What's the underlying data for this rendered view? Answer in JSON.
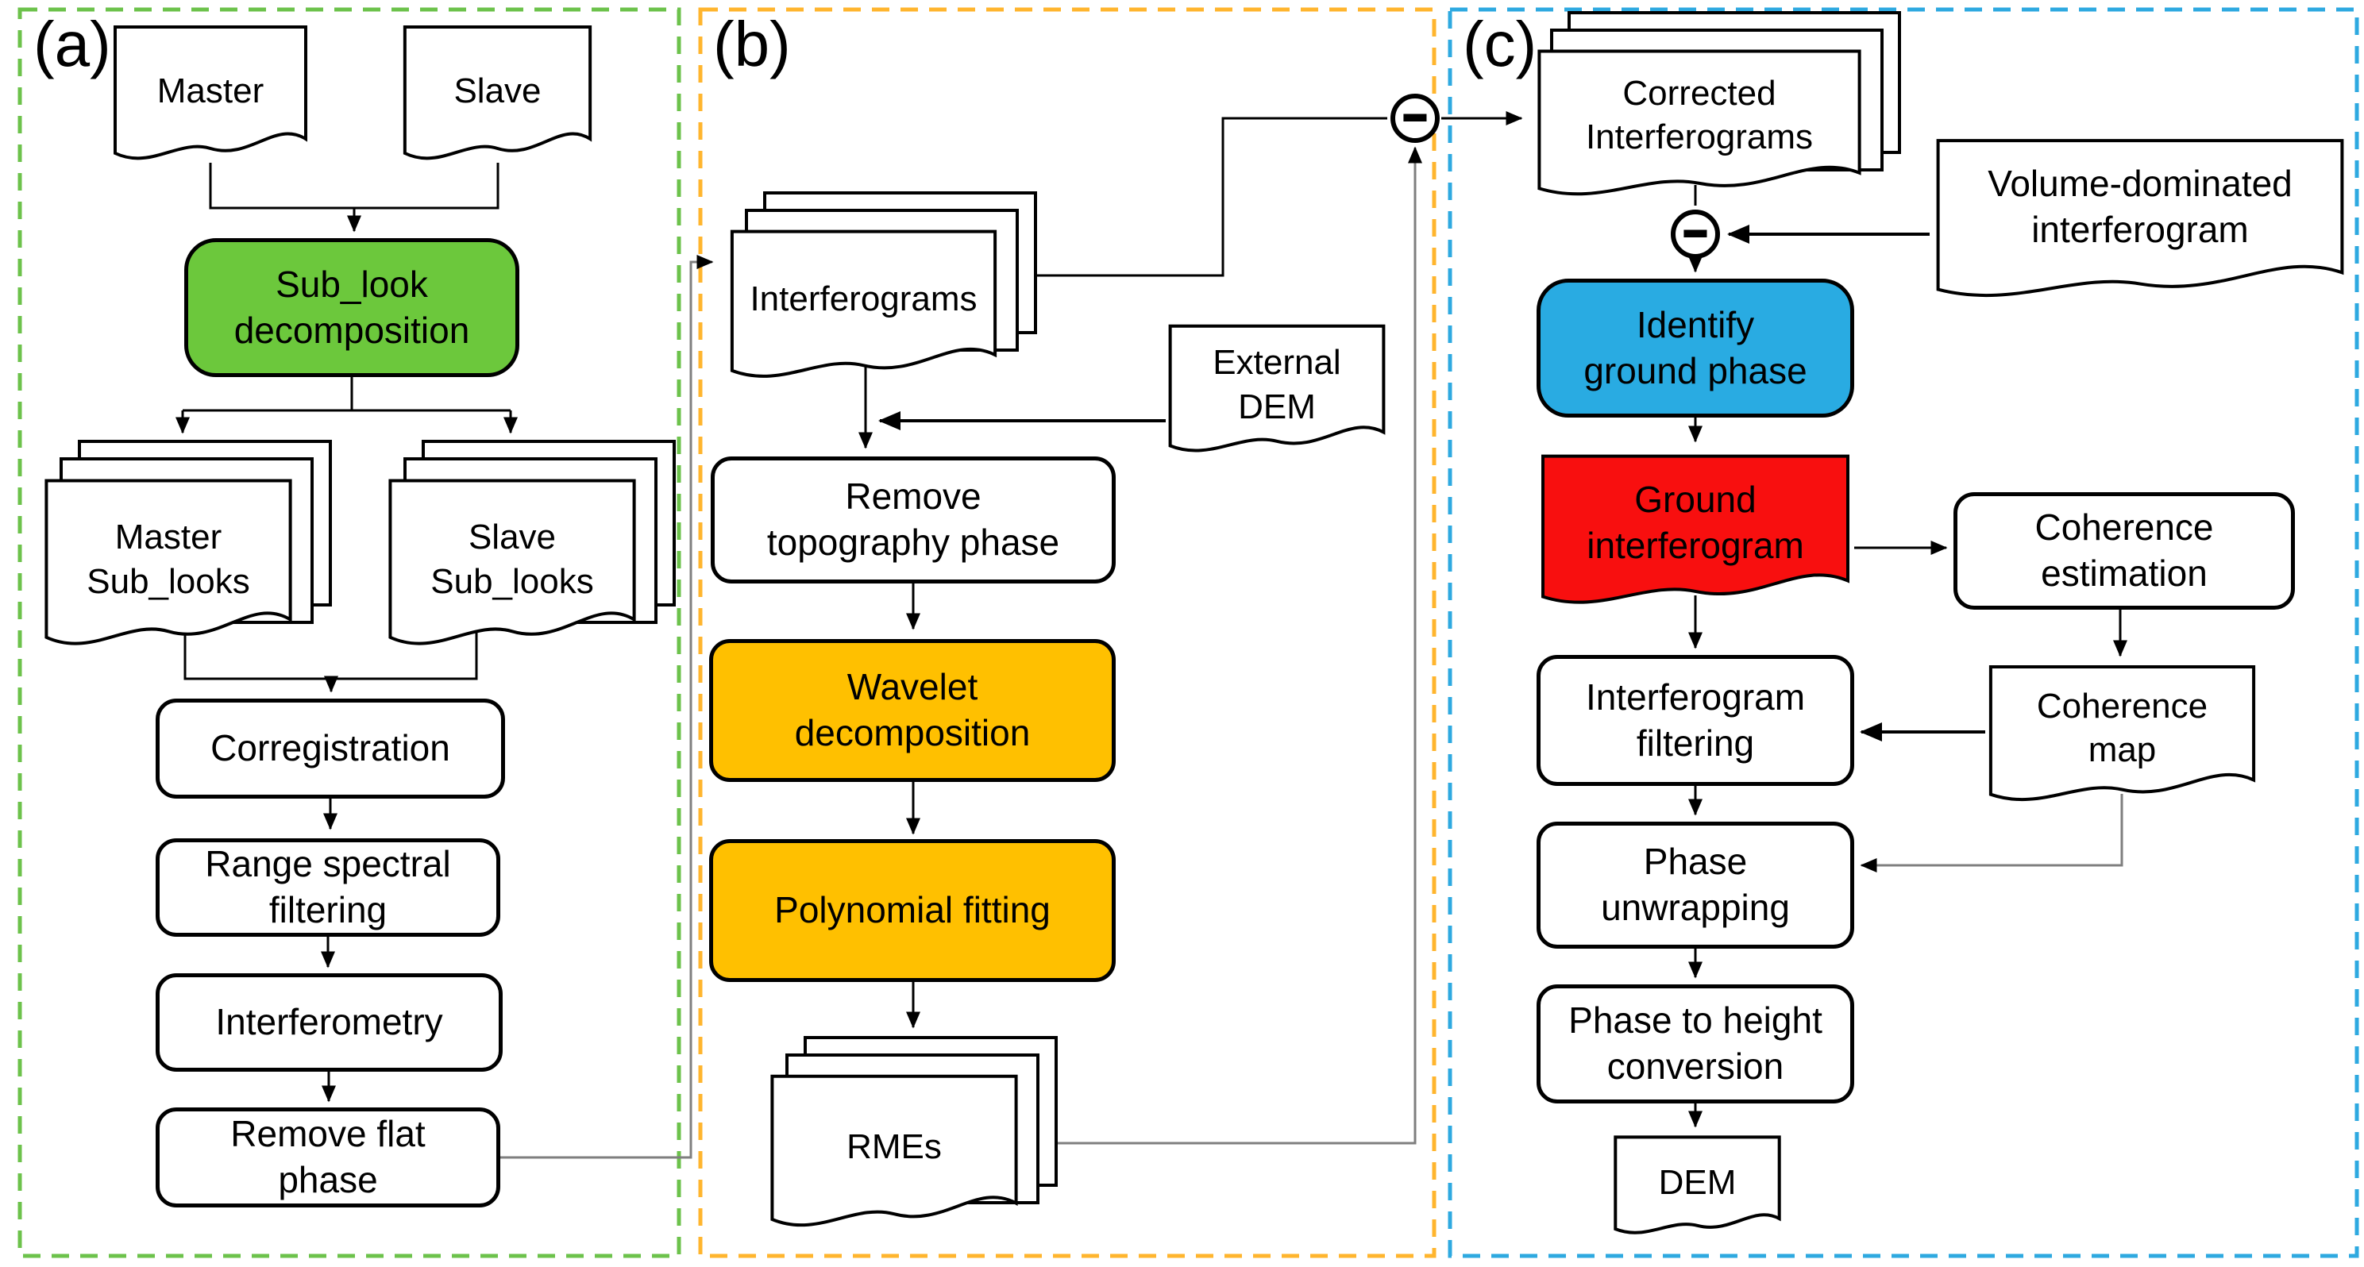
{
  "figure": {
    "type": "flowchart",
    "description": "Three-stage InSAR DEM generation workflow diagram"
  },
  "panel_a": {
    "label": "(a)",
    "master": "Master",
    "slave": "Slave",
    "sublook_decomposition": "Sub_look\ndecomposition",
    "master_sublooks": "Master\nSub_looks",
    "slave_sublooks": "Slave\nSub_looks",
    "corregistration": "Corregistration",
    "range_spectral_filtering": "Range spectral\nfiltering",
    "interferometry": "Interferometry",
    "remove_flat_phase": "Remove flat\nphase"
  },
  "panel_b": {
    "label": "(b)",
    "interferograms": "Interferograms",
    "external_dem": "External\nDEM",
    "remove_topography_phase": "Remove\ntopography phase",
    "wavelet_decomposition": "Wavelet\ndecomposition",
    "polynomial_fitting": "Polynomial fitting",
    "rmes": "RMEs"
  },
  "panel_c": {
    "label": "(c)",
    "corrected_interferograms": "Corrected\nInterferograms",
    "volume_dominated_interferogram": "Volume-dominated\ninterferogram",
    "identify_ground_phase": "Identify\nground phase",
    "ground_interferogram": "Ground\ninterferogram",
    "coherence_estimation": "Coherence\nestimation",
    "coherence_map": "Coherence\nmap",
    "interferogram_filtering": "Interferogram\nfiltering",
    "phase_unwrapping": "Phase\nunwrapping",
    "phase_to_height_conversion": "Phase to height\nconversion",
    "dem": "DEM"
  },
  "icons": {
    "minus_icon": "−"
  },
  "colors": {
    "green_fill": "#6CC83C",
    "orange_fill": "#FFC000",
    "cyan_fill": "#29ABE2",
    "red_fill": "#F80F0F",
    "green_border": "#6CC24B",
    "orange_border": "#FFB52E",
    "blue_border": "#2EA9E0",
    "line": "#000000",
    "line_gray": "#7F7F7F",
    "white": "#FFFFFF"
  }
}
